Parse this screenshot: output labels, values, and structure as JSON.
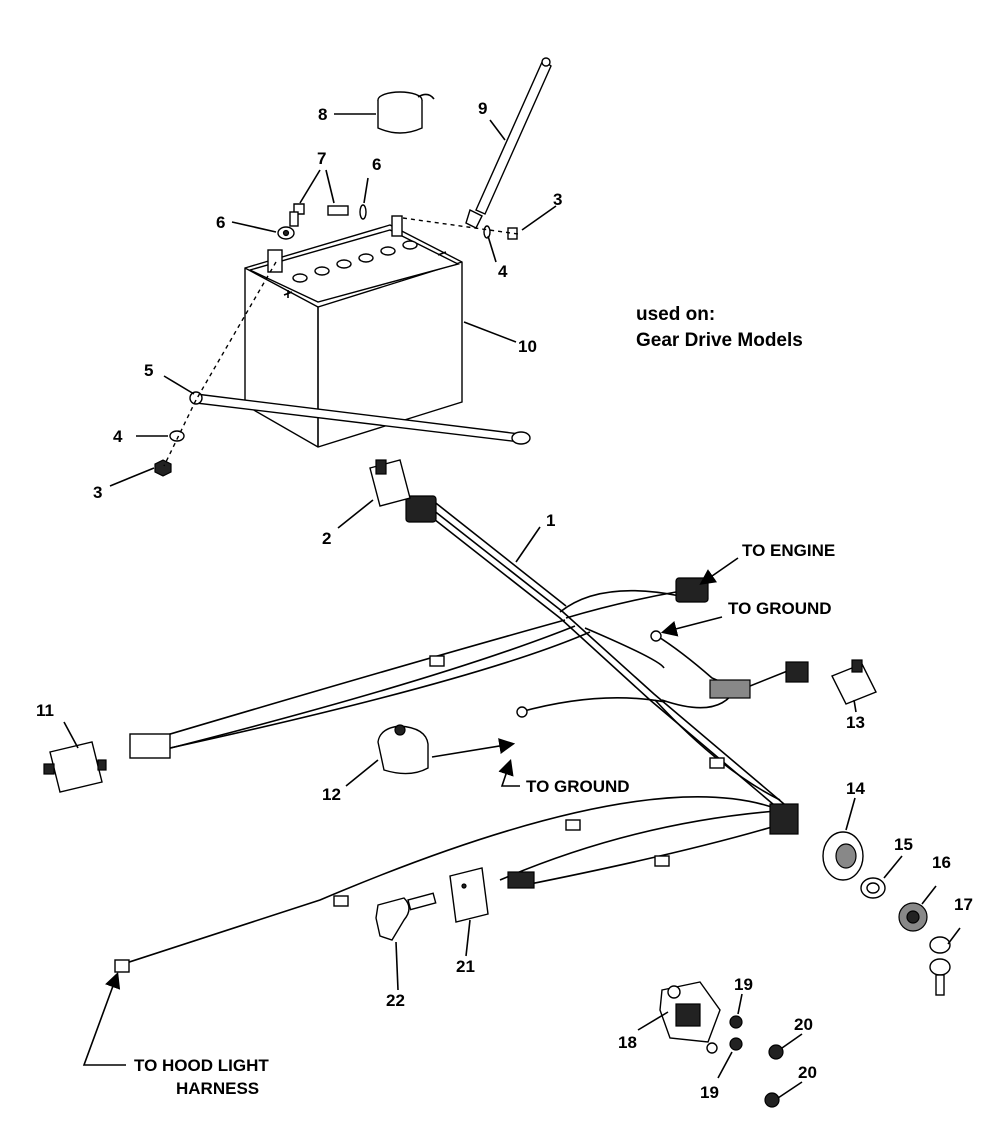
{
  "note": {
    "line1": "used on:",
    "line2": "Gear Drive Models"
  },
  "callouts": {
    "to_engine": "TO ENGINE",
    "to_ground_top": "TO GROUND",
    "to_ground_bottom": "TO GROUND",
    "to_hood_line1": "TO HOOD LIGHT",
    "to_hood_line2": "HARNESS"
  },
  "labels": {
    "p1": "1",
    "p2": "2",
    "p3a": "3",
    "p3b": "3",
    "p4a": "4",
    "p4b": "4",
    "p5": "5",
    "p6a": "6",
    "p6b": "6",
    "p7": "7",
    "p8": "8",
    "p9": "9",
    "p10": "10",
    "p11": "11",
    "p12": "12",
    "p13": "13",
    "p14": "14",
    "p15": "15",
    "p16": "16",
    "p17": "17",
    "p18": "18",
    "p19a": "19",
    "p19b": "19",
    "p20a": "20",
    "p20b": "20",
    "p21": "21",
    "p22": "22"
  }
}
